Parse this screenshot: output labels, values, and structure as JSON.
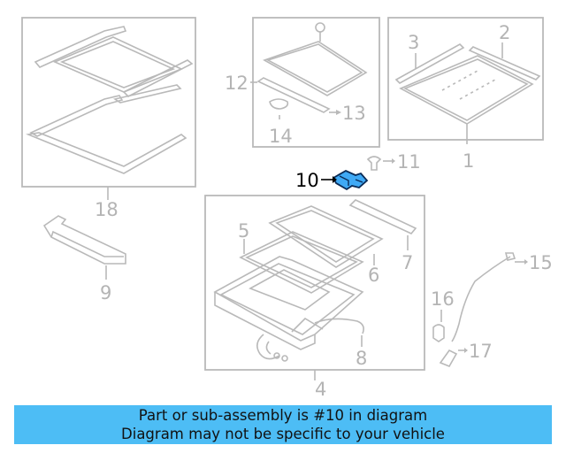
{
  "colors": {
    "line_gray": "#b9b9b9",
    "highlight_part": "#3fa9f5",
    "caption_bg": "#4dbdf5"
  },
  "callouts": {
    "c1": "1",
    "c2": "2",
    "c3": "3",
    "c4": "4",
    "c5": "5",
    "c6": "6",
    "c7": "7",
    "c8": "8",
    "c9": "9",
    "c10": "10",
    "c11": "11",
    "c12": "12",
    "c13": "13",
    "c14": "14",
    "c15": "15",
    "c16": "16",
    "c17": "17",
    "c18": "18"
  },
  "highlighted_part": "10",
  "caption": {
    "line1": "Part or sub-assembly is #10 in diagram",
    "line2": "Diagram may not be specific to your vehicle"
  }
}
